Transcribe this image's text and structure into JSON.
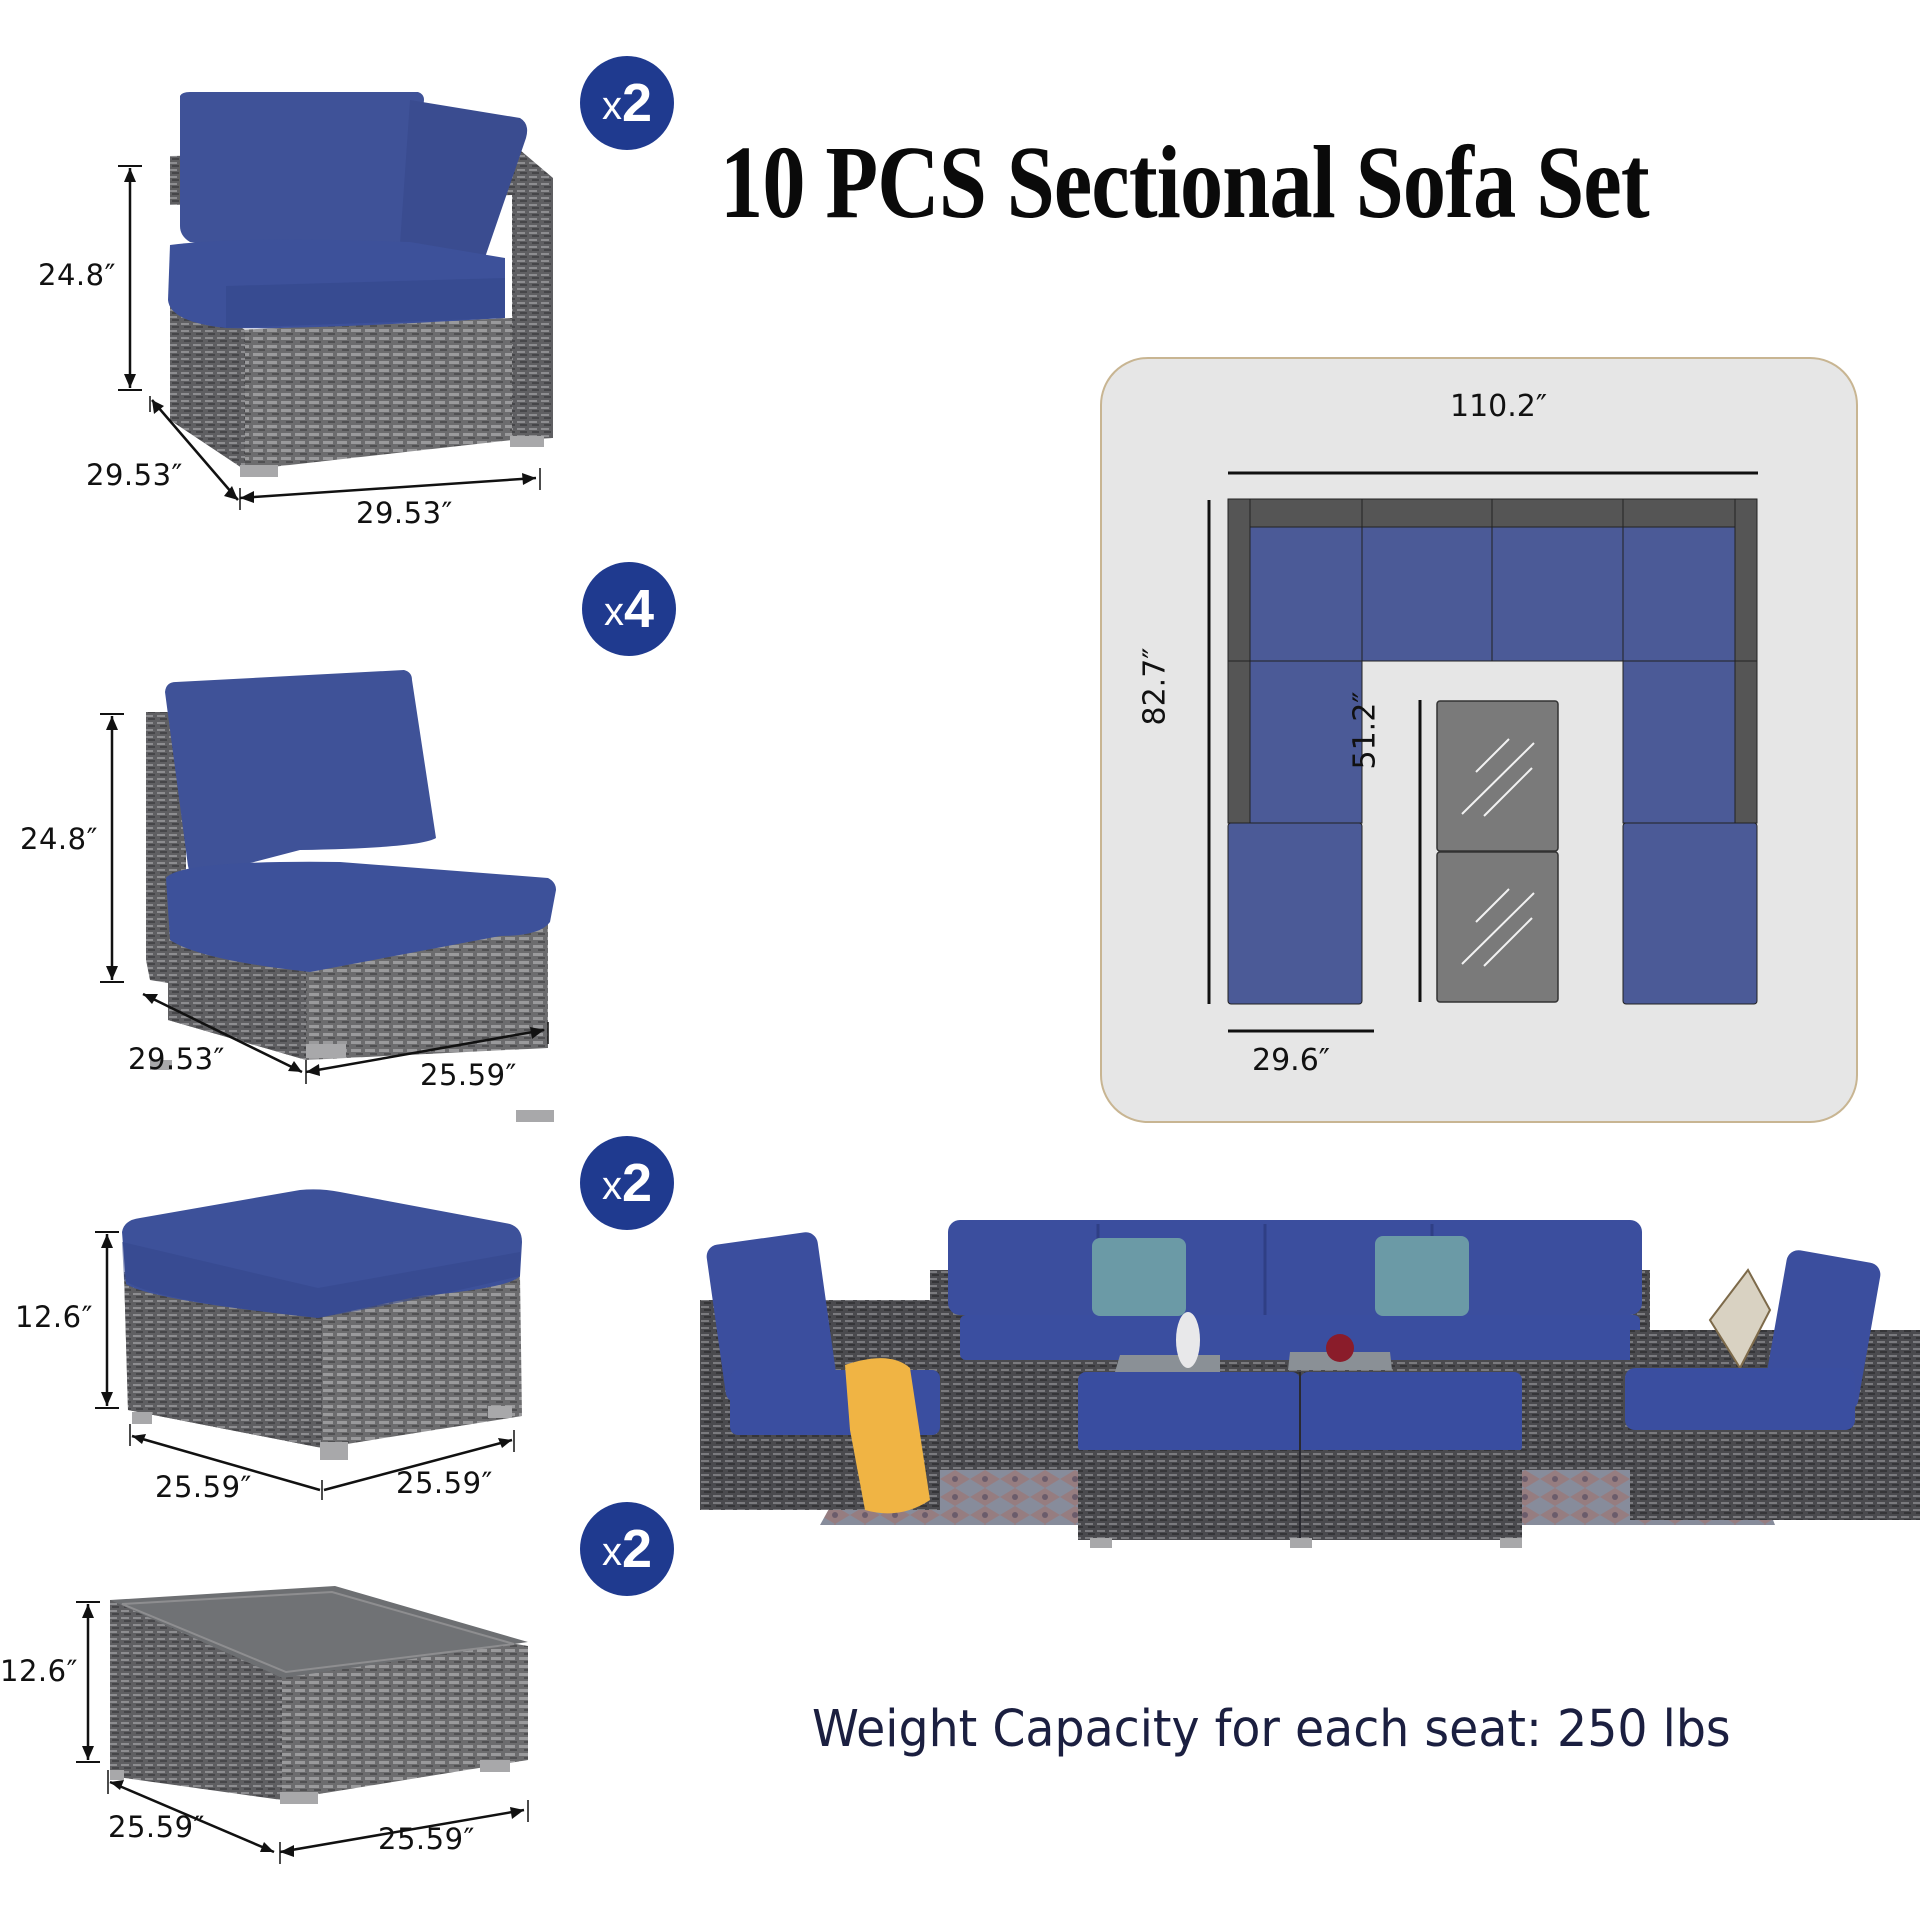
{
  "title": "10 PCS Sectional Sofa Set",
  "weight_capacity": "Weight Capacity for each seat: 250 lbs",
  "colors": {
    "badge": "#1f3a8f",
    "cushion": "#3c4f9a",
    "diagram_cushion": "#4b5a97",
    "diagram_frame": "#555555",
    "diagram_table": "#7a7a7a",
    "diagram_bg": "#e6e6e6",
    "panel_border": "#c8b592",
    "weight_text": "#1b1f40",
    "wicker": "#6e6e70"
  },
  "pieces": [
    {
      "name": "Corner Sofa",
      "quantity_prefix": "x",
      "quantity": "2",
      "dimensions": {
        "height": "24.8″",
        "depth": "29.53″",
        "width": "29.53″"
      }
    },
    {
      "name": "Armless Sofa",
      "quantity_prefix": "x",
      "quantity": "4",
      "dimensions": {
        "height": "24.8″",
        "depth": "29.53″",
        "width": "25.59″"
      }
    },
    {
      "name": "Ottoman",
      "quantity_prefix": "x",
      "quantity": "2",
      "dimensions": {
        "height": "12.6″",
        "depth": "25.59″",
        "width": "25.59″"
      }
    },
    {
      "name": "Coffee Table",
      "quantity_prefix": "x",
      "quantity": "2",
      "dimensions": {
        "height": "12.6″",
        "depth": "25.59″",
        "width": "25.59″"
      }
    }
  ],
  "layout_diagram": {
    "overall_width": "110.2″",
    "overall_depth": "82.7″",
    "table_length": "51.2″",
    "seat_width": "29.6″"
  }
}
